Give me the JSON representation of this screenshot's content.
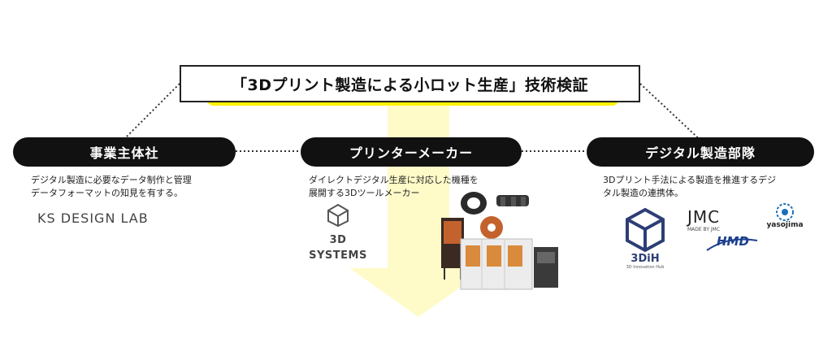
{
  "title": "「3Dプリント製造による小ロット生産」技術検証",
  "highlight_color": "#fff200",
  "arrow_color": "#fffbc8",
  "columns": [
    {
      "label": "事業主体社",
      "description_lines": [
        "デジタル製造に必要なデータ制作と管理",
        "データフォーマットの知見を有する。"
      ],
      "logos": [
        "KS DESIGN LAB"
      ]
    },
    {
      "label": "プリンターメーカー",
      "description_lines": [
        "ダイレクトデジタル生産に対応した機種を",
        "展開する3Dツールメーカー"
      ],
      "logos": [
        "3D SYSTEMS"
      ]
    },
    {
      "label": "デジタル製造部隊",
      "description_lines": [
        "3Dプリント手法による製造を推進するデジ",
        "タル製造の連携体。"
      ],
      "logos": [
        "JMC",
        "MADE BY JMC",
        "yasojima",
        "3DiH",
        "3D Innovation Hub",
        "HMD"
      ]
    }
  ]
}
